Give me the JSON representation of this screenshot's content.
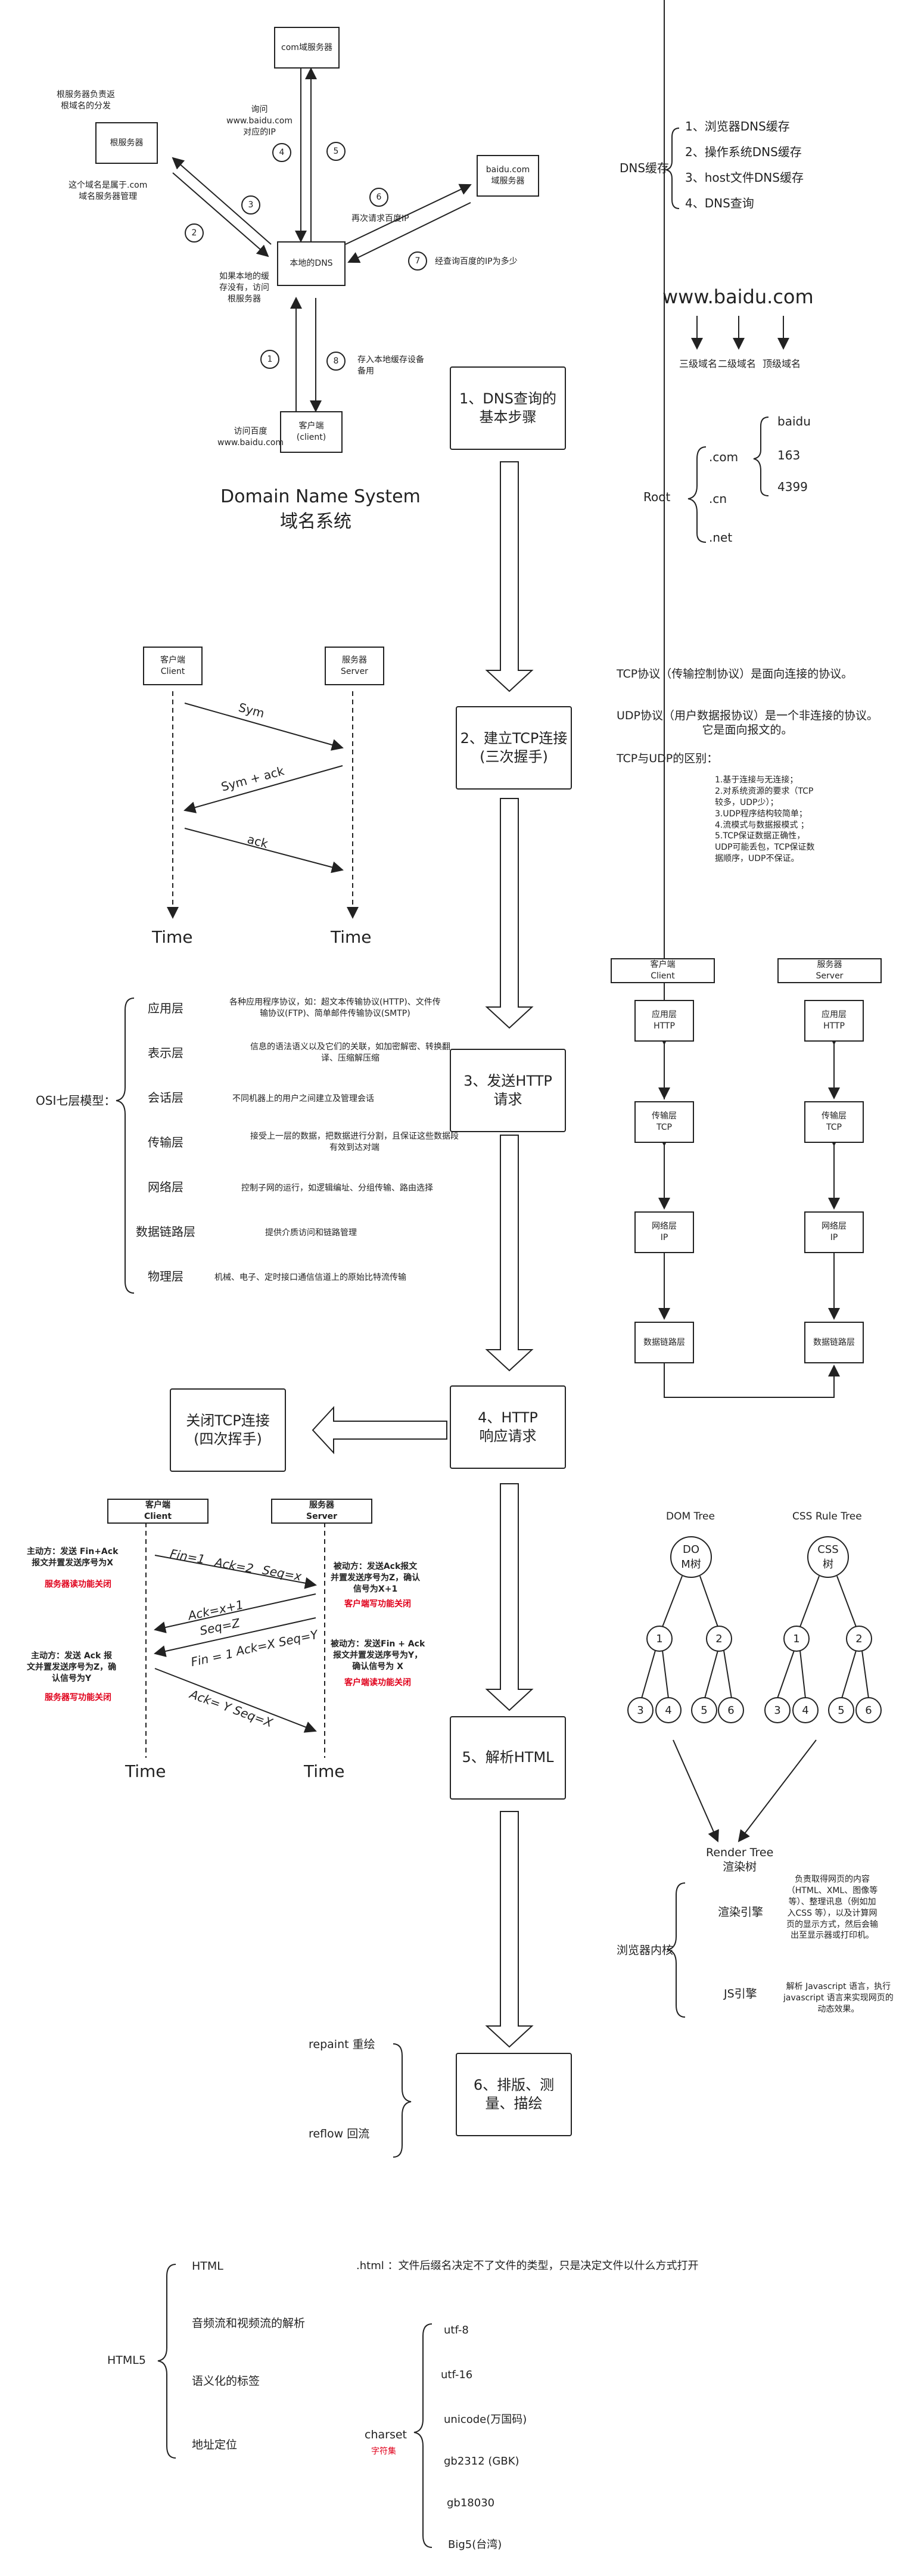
{
  "dns_diagram": {
    "com_server": "com域服务器",
    "root_server": "根服务器",
    "root_note": "根服务器负责返\n根域名的分发",
    "root_note2": "这个域名是属于.com\n域名服务器管理",
    "baidu_server": "baidu.com\n域服务器",
    "local_dns": "本地的DNS",
    "client": "客户端\n(client)",
    "ask_note": "询问\nwww.baidu.com\n对应的IP",
    "cache_note": "如果本地的缓\n存没有，访问\n根服务器",
    "visit_note": "访问百度\nwww.baidu.com",
    "save_note": "存入本地缓存设备\n备用",
    "request_again": "再次请求百度IP",
    "get_ip": "经查询百度的IP为多少",
    "nums": [
      "1",
      "2",
      "3",
      "4",
      "5",
      "6",
      "7",
      "8"
    ],
    "title1": "Domain Name System",
    "title2": "域名系统"
  },
  "dns_cache": {
    "label": "DNS缓存",
    "items": [
      "1、浏览器DNS缓存",
      "2、操作系统DNS缓存",
      "3、host文件DNS缓存",
      "4、DNS查询"
    ]
  },
  "domain": {
    "url": "www.baidu.com",
    "level3": "三级域名",
    "level2": "二级域名",
    "top": "顶级域名"
  },
  "root_tree": {
    "root": "Root",
    "com": ".com",
    "cn": ".cn",
    "net": ".net",
    "children": [
      "baidu",
      "163",
      "4399"
    ]
  },
  "steps": {
    "s1": "1、DNS查询的\n基本步骤",
    "s2": "2、建立TCP连接\n(三次握手)",
    "s3": "3、发送HTTP\n请求",
    "s4": "4、HTTP\n响应请求",
    "s5": "5、解析HTML",
    "s6": "6、排版、测\n量、描绘"
  },
  "handshake": {
    "client": "客户端\nClient",
    "server": "服务器\nServer",
    "syn": "Sym",
    "synack": "Sym + ack",
    "ack": "ack",
    "time": "Time"
  },
  "tcp_udp": {
    "tcp": "TCP协议（传输控制协议）是面向连接的协议。",
    "udp": "UDP协议（用户数据报协议）是一个非连接的协议。\n它是面向报文的。",
    "diff_title": "TCP与UDP的区别：",
    "diff": "1.基于连接与无连接；\n2.对系统资源的要求（TCP\n较多，UDP少）；\n3.UDP程序结构较简单；\n4.流模式与数据报模式 ；\n5.TCP保证数据正确性，\nUDP可能丢包，TCP保证数\n据顺序，UDP不保证。"
  },
  "osi": {
    "label": "OSI七层模型：",
    "layers": [
      {
        "name": "应用层",
        "desc": "各种应用程序协议，如：超文本传输协议(HTTP)、文件传\n输协议(FTP)、简单邮件传输协议(SMTP)"
      },
      {
        "name": "表示层",
        "desc": "信息的语法语义以及它们的关联，如加密解密、转换翻\n译、压缩解压缩"
      },
      {
        "name": "会话层",
        "desc": "不同机器上的用户之间建立及管理会话"
      },
      {
        "name": "传输层",
        "desc": "接受上一层的数据，把数据进行分割，且保证这些数据段\n有效到达对端"
      },
      {
        "name": "网络层",
        "desc": "控制子网的运行，如逻辑编址、分组传输、路由选择"
      },
      {
        "name": "数据链路层",
        "desc": "提供介质访问和链路管理"
      },
      {
        "name": "物理层",
        "desc": "机械、电子、定时接口通信信道上的原始比特流传输"
      }
    ]
  },
  "stack": {
    "client": "客户端\nClient",
    "server": "服务器\nServer",
    "app": "应用层\nHTTP",
    "transport": "传输层\nTCP",
    "network": "网络层\nIP",
    "link": "数据链路层"
  },
  "wave": {
    "close": "关闭TCP连接\n(四次挥手)",
    "client": "客户端\nClient",
    "server": "服务器\nServer",
    "fin1": "Fin=1",
    "ack2": "Ack=2",
    "seqx": "Seq=x",
    "ackx1": "Ack=x+1",
    "seqz": "Seq=Z",
    "fin1b": "Fin = 1",
    "ackseq": "Ack=X  Seq=Y",
    "ackyseq": "Ack= Y  Seq=X",
    "time": "Time",
    "l1": "主动方：发送 Fin+Ack\n报文并置发送序号为X",
    "l1r": "服务器读功能关闭",
    "l2": "主动方：发送 Ack 报\n文并置发送序号为Z，确\n认信号为Y",
    "l2r": "服务器写功能关闭",
    "r1": "被动方：发送Ack报文\n并置发送序号为Z，确认\n信号为X+1",
    "r1r": "客户端写功能关闭",
    "r2": "被动方：发送Fin + Ack\n报文并置发送序号为Y，\n确认信号为 X",
    "r2r": "客户端读功能关闭"
  },
  "render_tree": {
    "dom": "DOM Tree",
    "css": "CSS Rule Tree",
    "dom_root": "DO\nM树",
    "css_root": "CSS\n树",
    "nodes": [
      "1",
      "2",
      "3",
      "4",
      "5",
      "6"
    ],
    "render": "Render Tree\n渲染树",
    "kernel": "浏览器内核",
    "engine": "渲染引擎",
    "engine_desc": "负责取得网页的内容\n（HTML、XML、图像等\n等）、整理讯息（例如加\n入CSS 等），以及计算网\n页的显示方式，然后会输\n出至显示器或打印机。",
    "js": "JS引擎",
    "js_desc": "解析 Javascript 语言，执行\njavascript 语言来实现网页的\n动态效果。"
  },
  "repaint": {
    "repaint": "repaint 重绘",
    "reflow": "reflow   回流"
  },
  "html5": {
    "label": "HTML5",
    "items": [
      "HTML",
      "音频流和视频流的解析",
      "语义化的标签",
      "地址定位"
    ],
    "html_note": ".html ：文件后缀名决定不了文件的类型，只是决定文件以什么方式打开",
    "charset": "charset",
    "charset_sub": "字符集",
    "charsets": [
      "utf-8",
      "utf-16",
      "unicode(万国码)",
      "gb2312 (GBK)",
      "gb18030",
      "Big5(台湾)"
    ]
  }
}
